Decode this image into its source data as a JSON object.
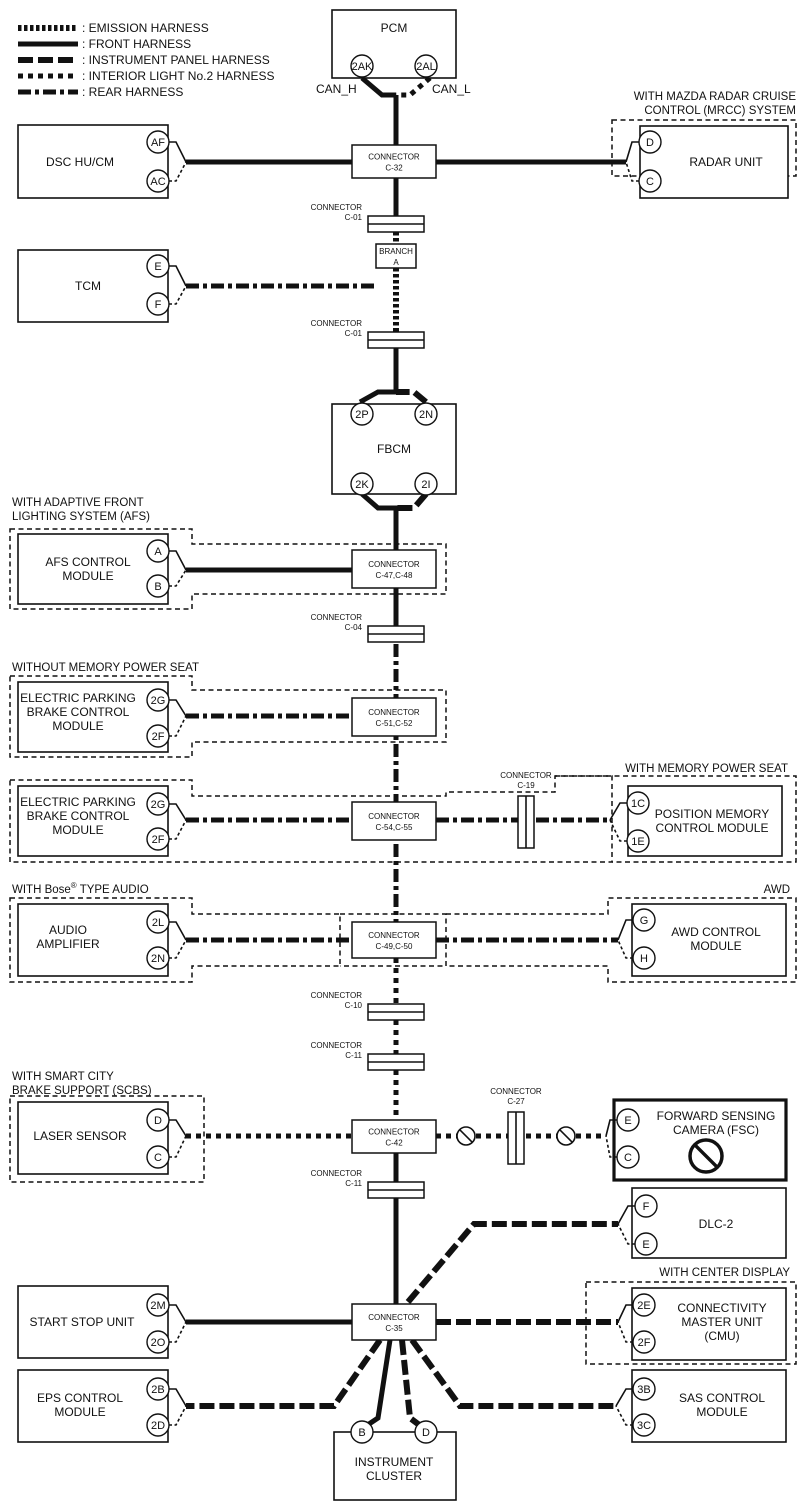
{
  "legend": [
    {
      "key": "emission",
      "label": ": EMISSION HARNESS"
    },
    {
      "key": "front",
      "label": ": FRONT HARNESS"
    },
    {
      "key": "instrument",
      "label": ": INSTRUMENT PANEL HARNESS"
    },
    {
      "key": "interior",
      "label": ": INTERIOR LIGHT No.2 HARNESS"
    },
    {
      "key": "rear",
      "label": ": REAR HARNESS"
    }
  ],
  "modules": {
    "pcm": {
      "name": "PCM",
      "pins": [
        "2AK",
        "2AL"
      ],
      "can_h": "CAN_H",
      "can_l": "CAN_L"
    },
    "dsc": {
      "lines": [
        "DSC HU/CM"
      ],
      "pins": [
        "AF",
        "AC"
      ]
    },
    "radar": {
      "lines": [
        "RADAR UNIT"
      ],
      "pins": [
        "D",
        "C"
      ],
      "option": [
        "WITH MAZDA RADAR CRUISE",
        "CONTROL (MRCC) SYSTEM"
      ]
    },
    "tcm": {
      "lines": [
        "TCM"
      ],
      "pins": [
        "E",
        "F"
      ]
    },
    "fbcm": {
      "name": "FBCM",
      "pins_top": [
        "2P",
        "2N"
      ],
      "pins_bottom": [
        "2K",
        "2I"
      ]
    },
    "afs": {
      "lines": [
        "AFS CONTROL",
        "MODULE"
      ],
      "pins": [
        "A",
        "B"
      ],
      "option": [
        "WITH ADAPTIVE FRONT",
        "LIGHTING SYSTEM (AFS)"
      ]
    },
    "epb1": {
      "lines": [
        "ELECTRIC PARKING",
        "BRAKE CONTROL",
        "MODULE"
      ],
      "pins": [
        "2G",
        "2F"
      ],
      "option": [
        "WITHOUT MEMORY POWER SEAT"
      ]
    },
    "epb2": {
      "lines": [
        "ELECTRIC PARKING",
        "BRAKE CONTROL",
        "MODULE"
      ],
      "pins": [
        "2G",
        "2F"
      ]
    },
    "posmem": {
      "lines": [
        "POSITION MEMORY",
        "CONTROL MODULE"
      ],
      "pins": [
        "1C",
        "1E"
      ],
      "option": [
        "WITH MEMORY POWER SEAT"
      ]
    },
    "amp": {
      "lines": [
        "AUDIO",
        "AMPLIFIER"
      ],
      "pins": [
        "2L",
        "2N"
      ],
      "option_prefix": "WITH Bose",
      "option_sup": "®",
      "option_suffix": " TYPE AUDIO"
    },
    "awd": {
      "lines": [
        "AWD CONTROL",
        "MODULE"
      ],
      "pins": [
        "G",
        "H"
      ],
      "option": [
        "AWD"
      ]
    },
    "laser": {
      "lines": [
        "LASER SENSOR"
      ],
      "pins": [
        "D",
        "C"
      ],
      "option": [
        "WITH SMART CITY",
        "BRAKE SUPPORT (SCBS)"
      ]
    },
    "fsc": {
      "lines": [
        "FORWARD SENSING",
        "CAMERA (FSC)"
      ],
      "pins": [
        "E",
        "C"
      ]
    },
    "dlc": {
      "lines": [
        "DLC-2"
      ],
      "pins": [
        "F",
        "E"
      ]
    },
    "ssu": {
      "lines": [
        "START STOP UNIT"
      ],
      "pins": [
        "2M",
        "2O"
      ]
    },
    "cmu": {
      "lines": [
        "CONNECTIVITY",
        "MASTER UNIT",
        "(CMU)"
      ],
      "pins": [
        "2E",
        "2F"
      ],
      "option": [
        "WITH CENTER DISPLAY"
      ]
    },
    "eps": {
      "lines": [
        "EPS CONTROL",
        "MODULE"
      ],
      "pins": [
        "2B",
        "2D"
      ]
    },
    "sas": {
      "lines": [
        "SAS CONTROL",
        "MODULE"
      ],
      "pins": [
        "3B",
        "3C"
      ]
    },
    "ic": {
      "lines": [
        "INSTRUMENT",
        "CLUSTER"
      ],
      "pins": [
        "B",
        "D"
      ]
    }
  },
  "connectors": {
    "c32": [
      "CONNECTOR",
      "C-32"
    ],
    "c01a": [
      "CONNECTOR",
      "C-01"
    ],
    "branch": [
      "BRANCH",
      "A"
    ],
    "c01b": [
      "CONNECTOR",
      "C-01"
    ],
    "c4748": [
      "CONNECTOR",
      "C-47,C-48"
    ],
    "c04": [
      "CONNECTOR",
      "C-04"
    ],
    "c5152": [
      "CONNECTOR",
      "C-51,C-52"
    ],
    "c5455": [
      "CONNECTOR",
      "C-54,C-55"
    ],
    "c19": [
      "CONNECTOR",
      "C-19"
    ],
    "c4950": [
      "CONNECTOR",
      "C-49,C-50"
    ],
    "c10": [
      "CONNECTOR",
      "C-10"
    ],
    "c11a": [
      "CONNECTOR",
      "C-11"
    ],
    "c42": [
      "CONNECTOR",
      "C-42"
    ],
    "c27": [
      "CONNECTOR",
      "C-27"
    ],
    "c11b": [
      "CONNECTOR",
      "C-11"
    ],
    "c35": [
      "CONNECTOR",
      "C-35"
    ]
  },
  "icons": {
    "prohibit": "prohibit-icon"
  }
}
